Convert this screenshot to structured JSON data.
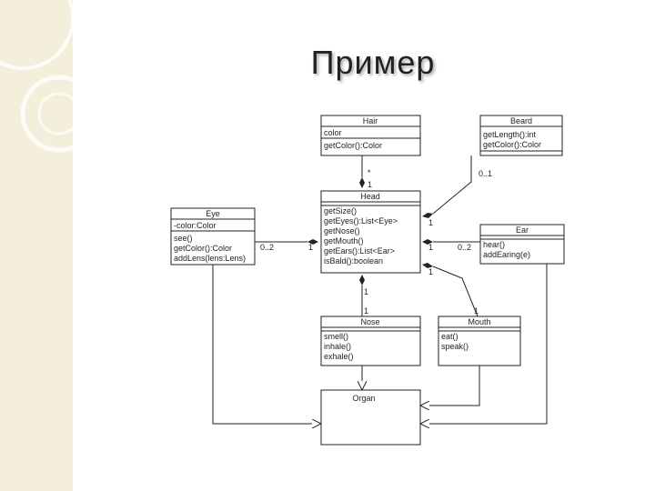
{
  "title": "Пример",
  "classes": {
    "hair": {
      "name": "Hair",
      "attributes": [
        "color"
      ],
      "methods": [
        "getColor():Color"
      ]
    },
    "beard": {
      "name": "Beard",
      "attributes": [
        "getLength():int",
        "getColor():Color"
      ],
      "methods": []
    },
    "head": {
      "name": "Head",
      "attributes": [],
      "methods": [
        "getSize()",
        "getEyes():List<Eye>",
        "getNose()",
        "getMouth()",
        "getEars():List<Ear>",
        "isBald():boolean"
      ]
    },
    "eye": {
      "name": "Eye",
      "attributes": [
        "-color:Color"
      ],
      "methods": [
        "see()",
        "getColor():Color",
        "addLens(lens:Lens)"
      ]
    },
    "ear": {
      "name": "Ear",
      "attributes": [],
      "methods": [
        "hear()",
        "addEaring(e)"
      ]
    },
    "nose": {
      "name": "Nose",
      "attributes": [],
      "methods": [
        "smell()",
        "inhale()",
        "exhale()"
      ]
    },
    "mouth": {
      "name": "Mouth",
      "attributes": [],
      "methods": [
        "eat()",
        "speak()"
      ]
    },
    "organ": {
      "name": "Organ",
      "attributes": [],
      "methods": []
    }
  },
  "multiplicities": {
    "hair_many": "*",
    "hair_one": "1",
    "beard_range": "0..1",
    "beard_one": "1",
    "eye_range": "0..2",
    "eye_one": "1",
    "ear_one": "1",
    "ear_range": "0..2",
    "mouth_one": "1",
    "nose_head_one": "1",
    "nose_one": "1",
    "mouth_bottom_one": "1"
  }
}
